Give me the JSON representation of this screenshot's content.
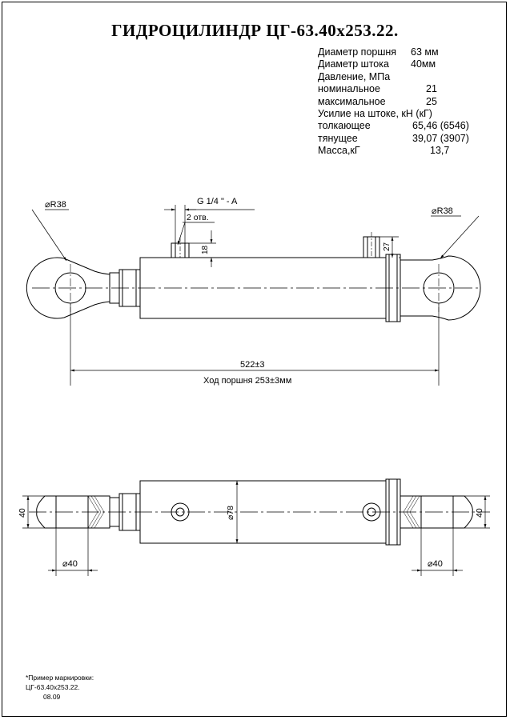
{
  "title": "ГИДРОЦИЛИНДР ЦГ-63.40х253.22.",
  "specs": [
    {
      "label": "Диаметр поршня",
      "value": "63 мм"
    },
    {
      "label": "Диаметр штока",
      "value": "40мм"
    },
    {
      "label": "Давление, МПа",
      "value": ""
    },
    {
      "label": "номинальное",
      "value": "21"
    },
    {
      "label": "максимальное",
      "value": "25"
    },
    {
      "label": "Усилие на штоке, кН (кГ)",
      "value": ""
    },
    {
      "label": "толкающее",
      "value": "65,46 (6546)"
    },
    {
      "label": "тянущее",
      "value": "39,07 (3907)"
    },
    {
      "label": "Масса,кГ",
      "value": "13,7"
    }
  ],
  "drawing": {
    "radius_left": "⌀R38",
    "radius_right": "⌀R38",
    "port_thread": "G 1/4 \" - A",
    "port_count": "2 отв.",
    "dim_18": "18",
    "dim_27": "27",
    "dim_length": "522±3",
    "stroke": "Ход поршня 253±3мм",
    "dim_bore_left": "40",
    "dim_bore_right": "40",
    "dim_dia_left": "⌀40",
    "dim_dia_right": "⌀40",
    "dim_body": "⌀78"
  },
  "note": {
    "line1": "*Пример маркировки:",
    "line2": "ЦГ-63.40х253.22.",
    "line3": "08.09"
  }
}
